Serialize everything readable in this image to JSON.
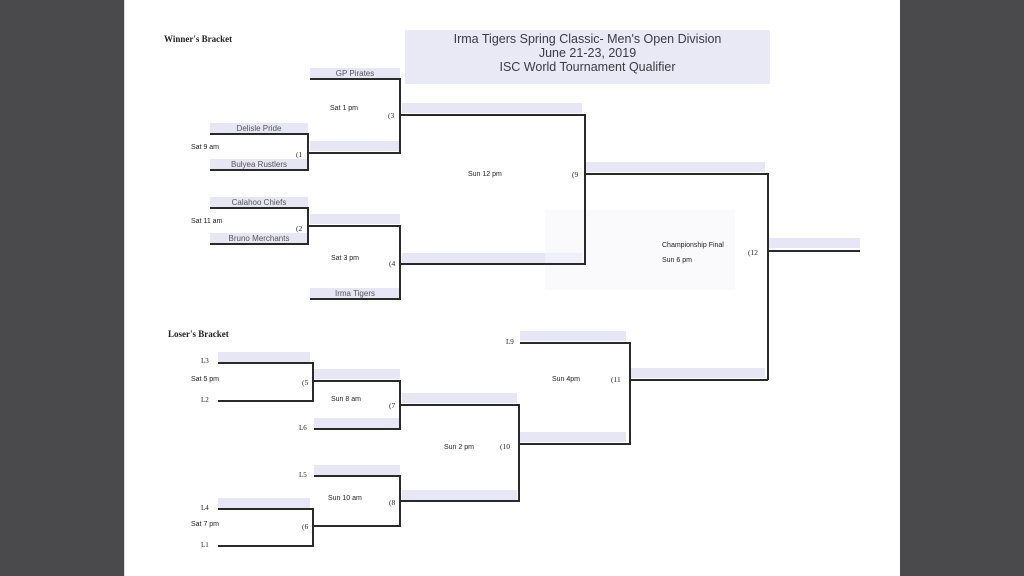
{
  "header": {
    "title_line1": "Irma Tigers Spring Classic- Men's Open Division",
    "title_line2": "June 21-23, 2019",
    "title_line3": "ISC World Tournament Qualifier"
  },
  "winners": {
    "label": "Winner's Bracket",
    "teams": {
      "gp_pirates": "GP Pirates",
      "delisle_pride": "Delisle Pride",
      "bulyea_rustlers": "Bulyea Rustlers",
      "calahoo_chiefs": "Calahoo Chiefs",
      "bruno_merchants": "Bruno Merchants",
      "irma_tigers": "Irma Tigers"
    },
    "times": {
      "g1": "Sat 9 am",
      "g2": "Sat 11 am",
      "g3": "Sat 1 pm",
      "g4": "Sat 3 pm",
      "g9": "Sun 12 pm",
      "final": "Championship Final",
      "final_time": "Sun 6 pm"
    },
    "games": {
      "g1": "(1",
      "g2": "(2",
      "g3": "(3",
      "g4": "(4",
      "g9": "(9",
      "g12": "(12"
    }
  },
  "losers": {
    "label": "Loser's Bracket",
    "slots": {
      "l3": "L3",
      "l2": "L2",
      "l6": "L6",
      "l5": "L5",
      "l4": "L4",
      "l1": "L1",
      "l9": "L9"
    },
    "times": {
      "g5": "Sat 5 pm",
      "g6": "Sat 7 pm",
      "g7": "Sun 8 am",
      "g8": "Sun 10 am",
      "g10": "Sun 2 pm",
      "g11": "Sun 4pm"
    },
    "games": {
      "g5": "(5",
      "g6": "(6",
      "g7": "(7",
      "g8": "(8",
      "g10": "(10",
      "g11": "(11"
    }
  }
}
